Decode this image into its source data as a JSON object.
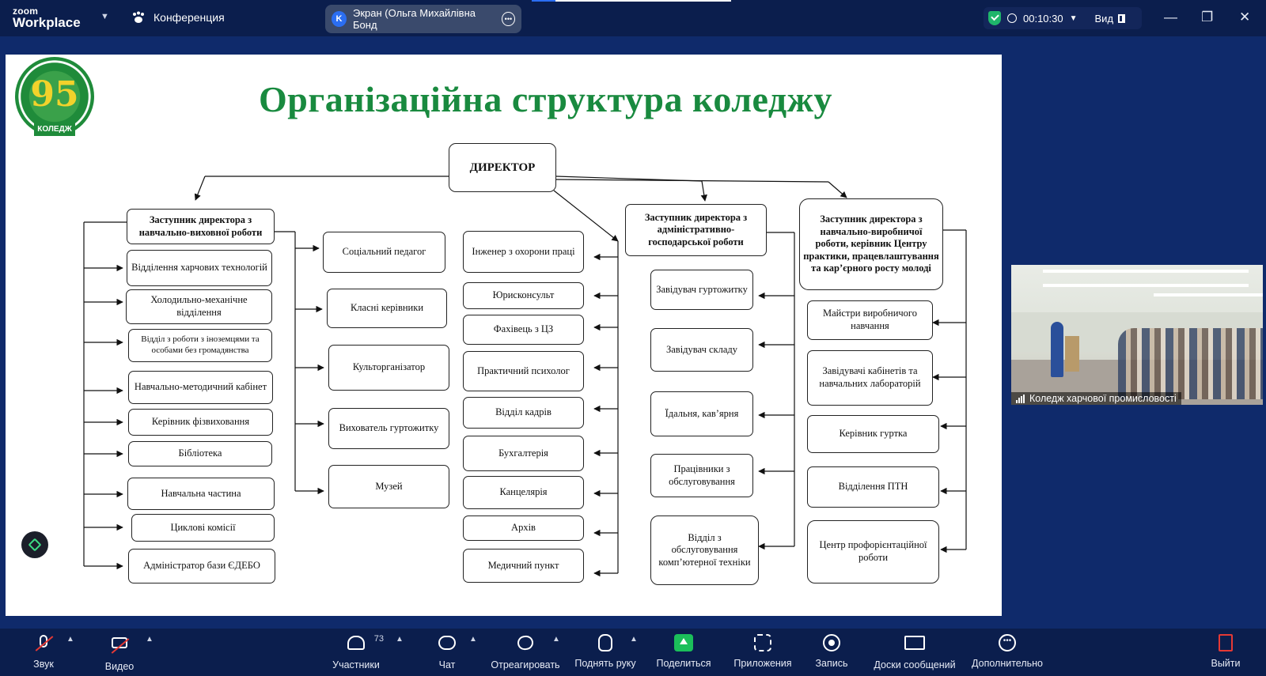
{
  "app": {
    "brand_top": "zoom",
    "brand_bottom": "Workplace"
  },
  "header": {
    "conference_label": "Конференция",
    "share_initial": "K",
    "share_label": "Экран (Ольга Михайлівна Бонд",
    "timer": "00:10:30",
    "view_label": "Вид",
    "colors": {
      "security_ok": "#1fb66b",
      "background": "#0b1e4d"
    }
  },
  "slide": {
    "logo_number": "95",
    "logo_text": "КОЛЕДЖ",
    "title": "Організаційна структура коледжу",
    "title_color": "#198a3f",
    "director": "ДИРЕКТОР",
    "deputies": {
      "educational": "Заступник директора з навчально-виховної роботи",
      "admin": "Заступник директора з адміністративно-господарської роботи",
      "production": "Заступник директора з навчально-виробничої роботи, керівник Центру практики, працевлаштування та кар’єрного росту молоді"
    },
    "col1": [
      "Відділення харчових технологій",
      "Холодильно-механічне відділення",
      "Відділ з роботи з іноземцями та особами без громадянства",
      "Навчально-методичний кабінет",
      "Керівник фізвиховання",
      "Бібліотека",
      "Навчальна частина",
      "Циклові комісії",
      "Адміністратор бази ЄДЕБО"
    ],
    "col2": [
      "Соціальний педагог",
      "Класні керівники",
      "Культорганізатор",
      "Вихователь гуртожитку",
      "Музей"
    ],
    "col3": [
      "Інженер з охорони праці",
      "Юрисконсульт",
      "Фахівець з ЦЗ",
      "Практичний психолог",
      "Відділ кадрів",
      "Бухгалтерія",
      "Канцелярія",
      "Архів",
      "Медичний пункт"
    ],
    "col4": [
      "Завідувач гуртожитку",
      "Завідувач складу",
      "Їдальня, кав’ярня",
      "Працівники з обслуговування",
      "Відділ з обслуговування комп’ютерної техніки"
    ],
    "col5": [
      "Майстри виробничого навчання",
      "Завідувачі кабінетів та навчальних лабораторій",
      "Керівник гуртка",
      "Відділення ПТН",
      "Центр профорієнтаційної роботи"
    ]
  },
  "video": {
    "participant_name": "Коледж харчової промисловості"
  },
  "toolbar": {
    "audio": "Звук",
    "video": "Видео",
    "participants": "Участники",
    "participants_count": "73",
    "chat": "Чат",
    "react": "Отреагировать",
    "raise_hand": "Поднять руку",
    "share": "Поделиться",
    "apps": "Приложения",
    "record": "Запись",
    "boards": "Доски сообщений",
    "more": "Дополнительно",
    "leave": "Выйти",
    "colors": {
      "share_green": "#1bbf5a",
      "muted_red": "#e53935"
    }
  }
}
